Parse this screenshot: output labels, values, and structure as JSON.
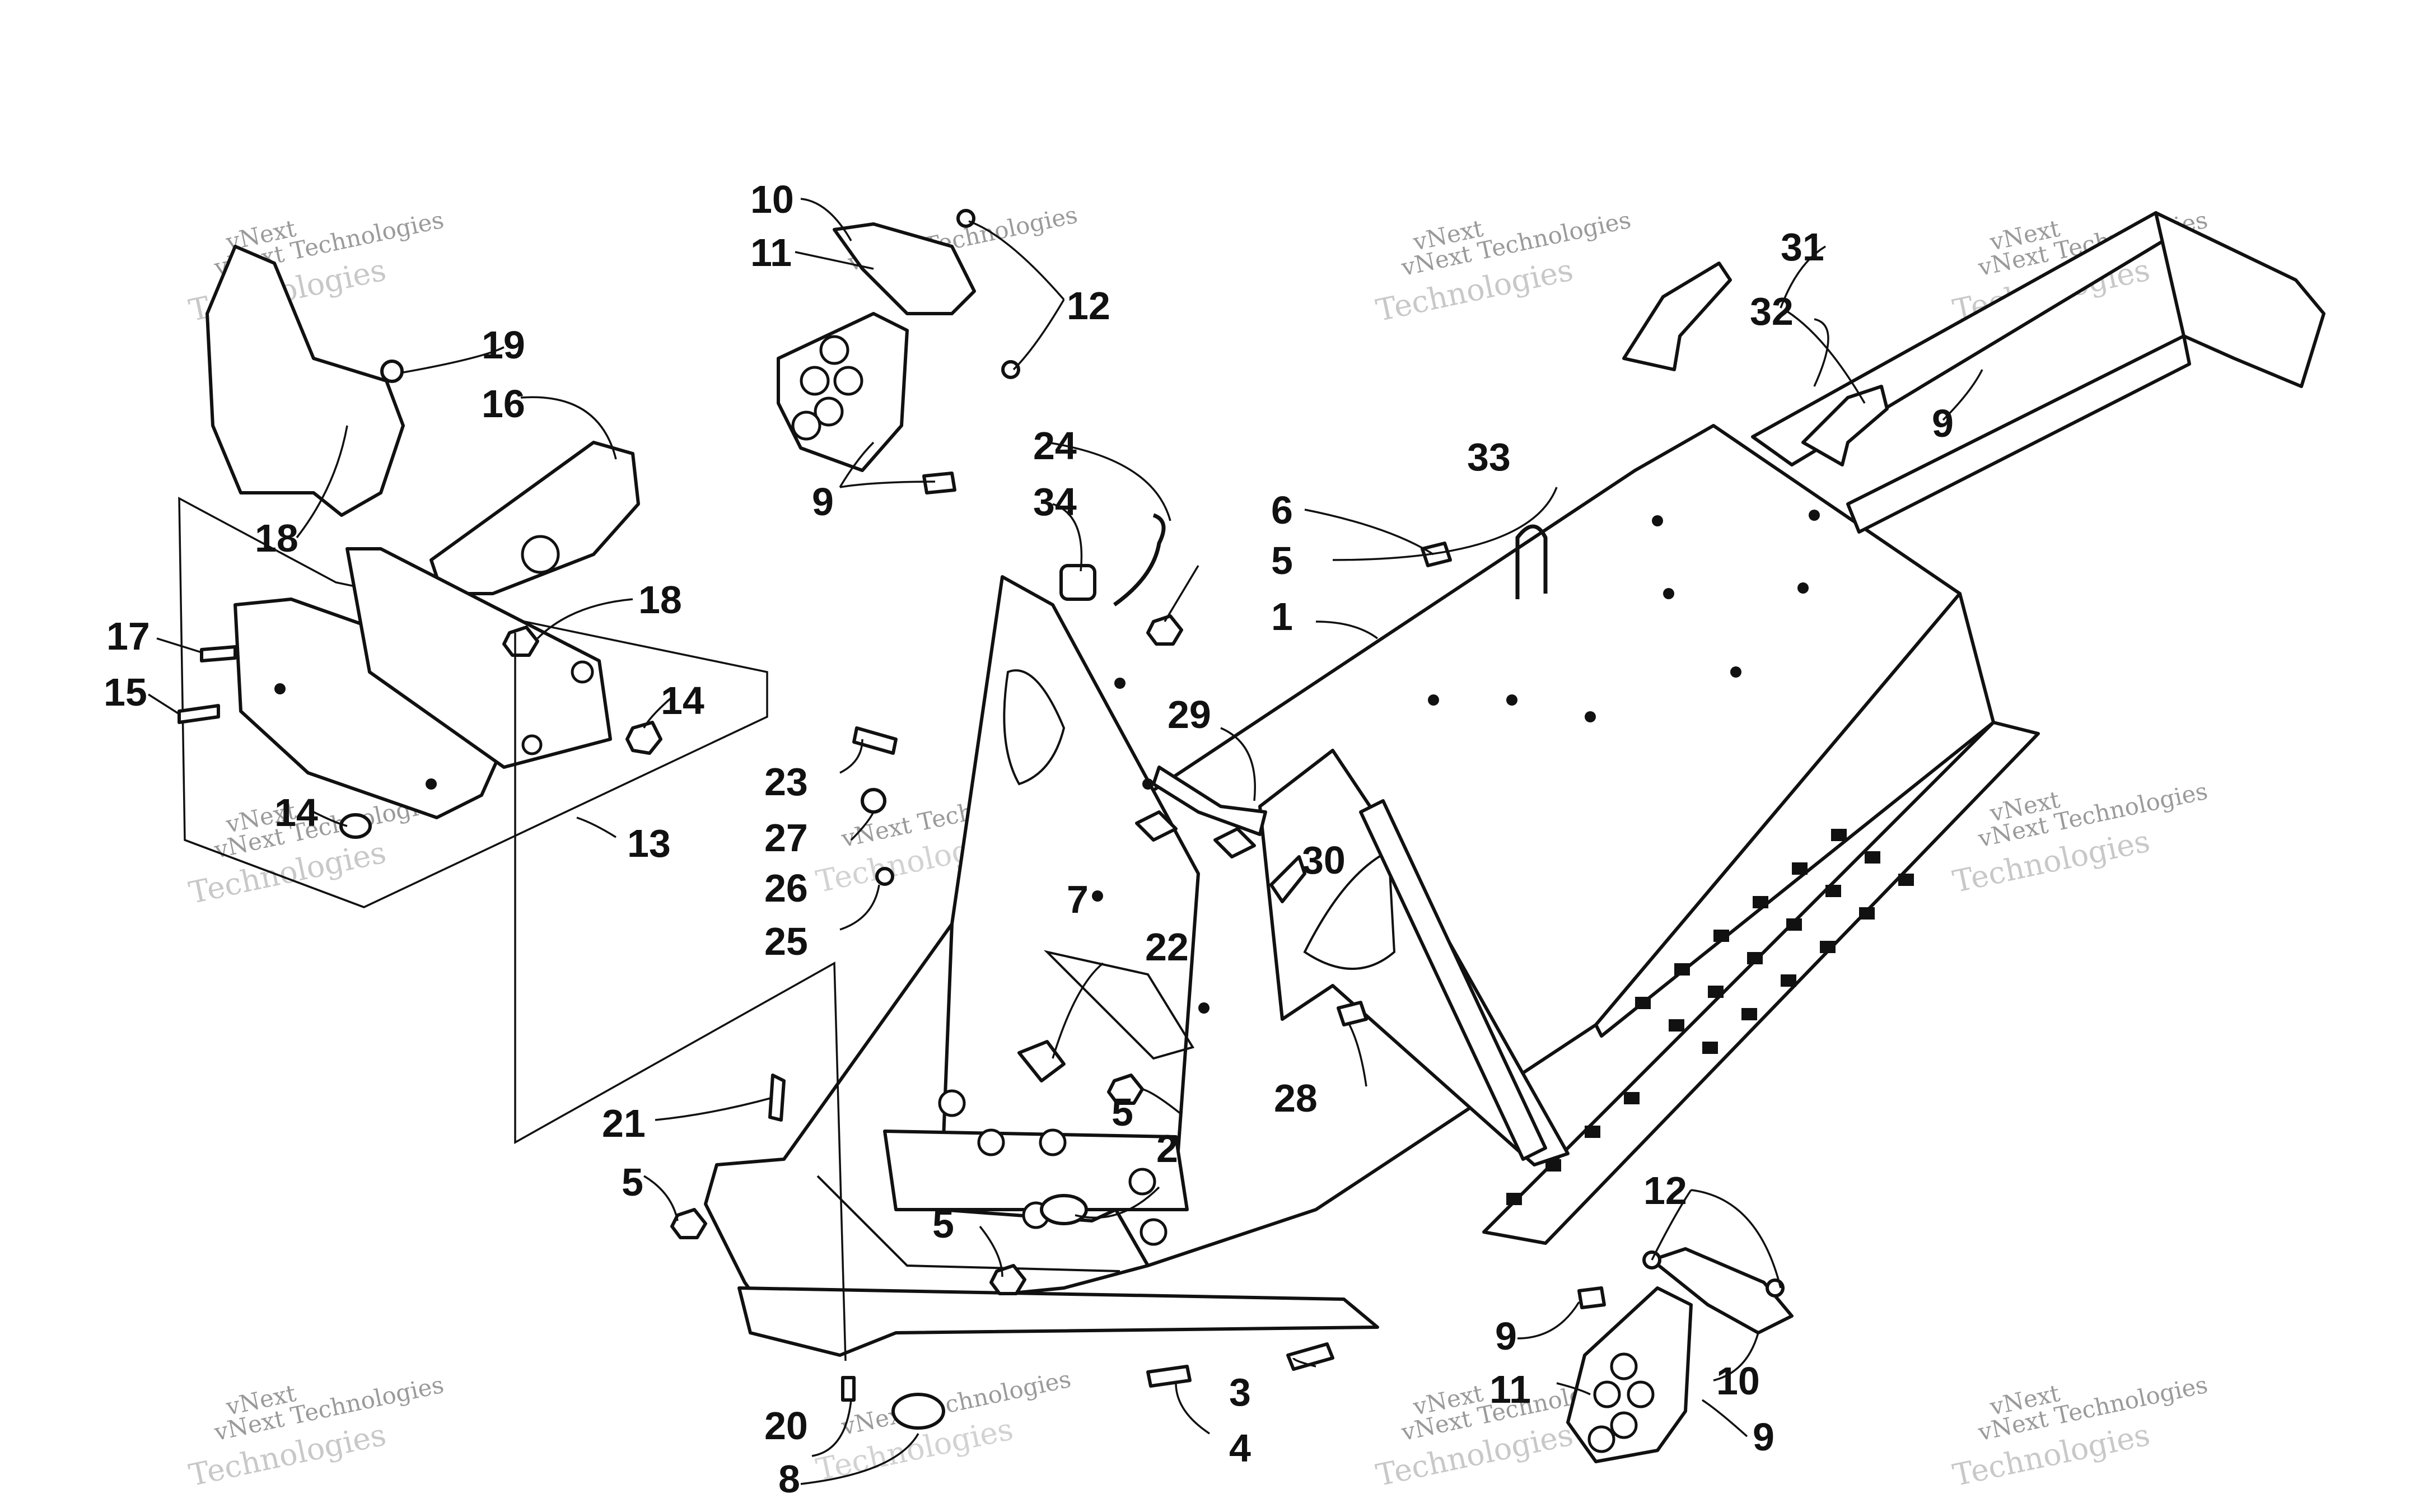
{
  "watermark": {
    "brand": "vNext",
    "company": "vNext Technologies",
    "word": "Technologies"
  },
  "callouts": {
    "n1": "1",
    "n2": "2",
    "n3": "3",
    "n4": "4",
    "n5": "5",
    "n6": "6",
    "n7": "7",
    "n8": "8",
    "n9": "9",
    "n10": "10",
    "n11": "11",
    "n12": "12",
    "n13": "13",
    "n14": "14",
    "n15": "15",
    "n16": "16",
    "n17": "17",
    "n18": "18",
    "n19": "19",
    "n20": "20",
    "n21": "21",
    "n22": "22",
    "n23": "23",
    "n24": "24",
    "n25": "25",
    "n26": "26",
    "n27": "27",
    "n28": "28",
    "n29": "29",
    "n30": "30",
    "n31": "31",
    "n32": "32",
    "n33": "33",
    "n34": "34"
  },
  "colors": {
    "line": "#111111",
    "background": "#ffffff",
    "watermark": "#b5b5b5"
  }
}
